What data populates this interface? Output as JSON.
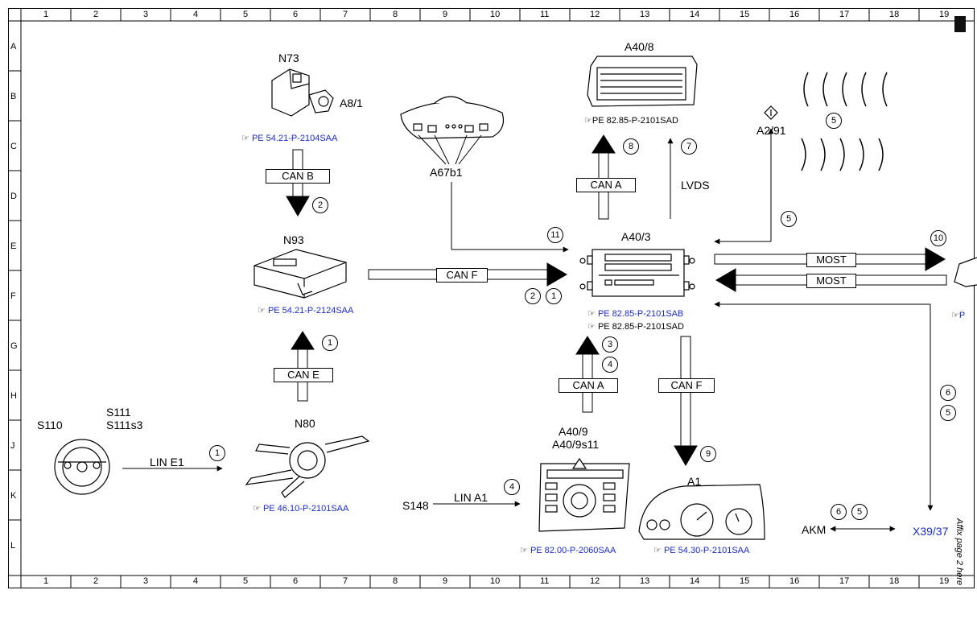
{
  "grid": {
    "columns": [
      "1",
      "2",
      "3",
      "4",
      "5",
      "6",
      "7",
      "8",
      "9",
      "10",
      "11",
      "12",
      "13",
      "14",
      "15",
      "16",
      "17",
      "18",
      "19"
    ],
    "rows": [
      "A",
      "B",
      "C",
      "D",
      "E",
      "F",
      "G",
      "H",
      "J",
      "K",
      "L"
    ]
  },
  "components": {
    "n73": "N73",
    "a8_1": "A8/1",
    "a67b1": "A67b1",
    "a40_8": "A40/8",
    "a2_91": "A2/91",
    "n93": "N93",
    "a40_3": "A40/3",
    "s110": "S110",
    "s111": "S111",
    "s111s3": "S111s3",
    "n80": "N80",
    "a40_9": "A40/9",
    "a40_9s11": "A40/9s11",
    "s148": "S148",
    "a1": "A1",
    "akm": "AKM",
    "x39_37": "X39/37"
  },
  "refs": {
    "n73": "PE 54.21-P-2104SAA",
    "a40_8": "PE 82.85-P-2101SAD",
    "n93": "PE 54.21-P-2124SAA",
    "a40_3_a": "PE 82.85-P-2101SAB",
    "a40_3_b": "PE 82.85-P-2101SAD",
    "n80": "PE 46.10-P-2101SAA",
    "a40_9": "PE 82.00-P-2060SAA",
    "a1": "PE 54.30-P-2101SAA",
    "right_cut": "P"
  },
  "buses": {
    "can_b": "CAN B",
    "can_f_horizontal": "CAN F",
    "can_a_top": "CAN A",
    "lvds": "LVDS",
    "most_1": "MOST",
    "most_2": "MOST",
    "can_e": "CAN E",
    "can_a_bottom": "CAN A",
    "can_f_vertical": "CAN F",
    "lin_e1": "LIN E1",
    "lin_a1": "LIN A1"
  },
  "numbers": {
    "n2_canb": "2",
    "n11": "11",
    "n2_canf": "2",
    "n1_canf": "1",
    "n8": "8",
    "n7": "7",
    "n5_wave": "5",
    "n5_a291": "5",
    "n10": "10",
    "n1_cane": "1",
    "n3": "3",
    "n4": "4",
    "n9": "9",
    "n6_right": "6",
    "n5_right": "5",
    "n1_line": "1",
    "n4_line": "4",
    "n6_akm": "6",
    "n5_akm": "5"
  },
  "side_note": "Affix page 2 here"
}
